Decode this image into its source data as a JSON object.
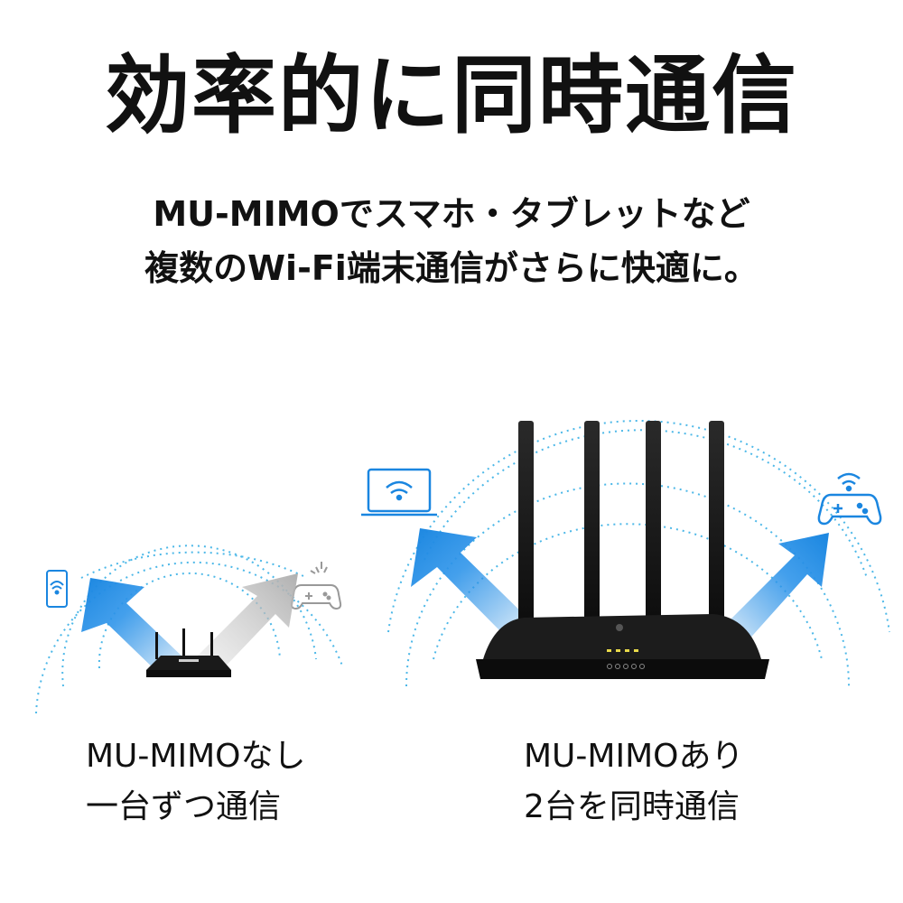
{
  "headline": "効率的に同時通信",
  "subtitle": {
    "line1": "MU-MIMOでスマホ・タブレットなど",
    "line2": "複数のWi-Fi端末通信がさらに快適に。"
  },
  "left_panel": {
    "caption_line1": "MU-MIMOなし",
    "caption_line2": "一台ずつ通信"
  },
  "right_panel": {
    "caption_line1": "MU-MIMOあり",
    "caption_line2": "2台を同時通信"
  },
  "colors": {
    "accent_blue": "#1a86e0",
    "wave_blue": "#4db8e8",
    "router_black": "#141414",
    "inactive_gray": "#bbbbbb"
  },
  "icons": [
    "phone-wifi-icon",
    "gamepad-icon",
    "laptop-wifi-icon",
    "gamepad-wifi-icon",
    "router-icon"
  ]
}
